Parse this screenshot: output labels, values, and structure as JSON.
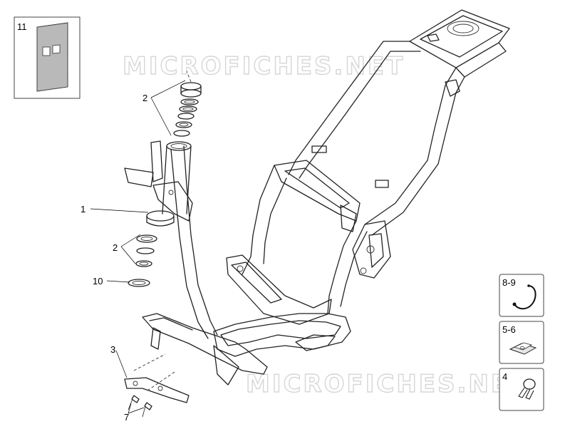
{
  "watermark": "MICROFICHES.NET",
  "callouts": {
    "c1": "1",
    "c2a": "2",
    "c2b": "2",
    "c3": "3",
    "c7": "7",
    "c10": "10"
  },
  "inset_boxes": {
    "b11": "11",
    "b89": "8-9",
    "b56": "5-6",
    "b4": "4"
  },
  "icons": [
    "gasket-plate",
    "hose-clip",
    "spring-nut",
    "cable-clamp"
  ]
}
